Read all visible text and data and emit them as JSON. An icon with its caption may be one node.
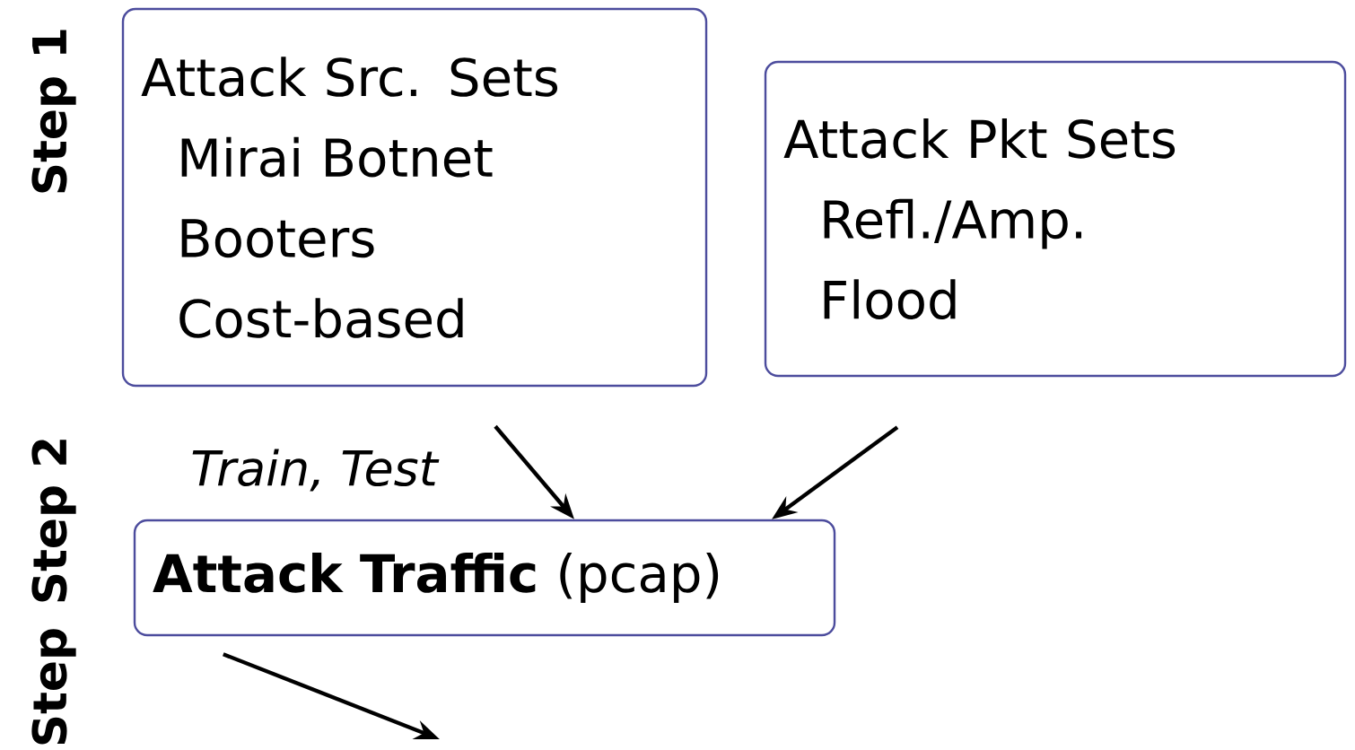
{
  "diagram": {
    "nodes": [
      {
        "text": [
          "Attack Src. Sets",
          "Mirai Botnet",
          "Booters",
          "Cost-based"
        ]
      },
      {
        "text": [
          "Attack Pkt Sets",
          "Refl./Amp.",
          "Flood"
        ]
      },
      {
        "text": [
          "**Attack Traffic** (pcap)"
        ]
      }
    ],
    "edges": [
      {
        "from": 0,
        "to": 2,
        "arrow": "to",
        "label": "Train, Test"
      },
      {
        "from": 1,
        "to": 2,
        "arrow": "to"
      },
      {
        "from": 2,
        "to": null,
        "arrow": "to"
      }
    ],
    "labels": [
      "Step 1",
      "Step 2",
      "Step"
    ]
  }
}
